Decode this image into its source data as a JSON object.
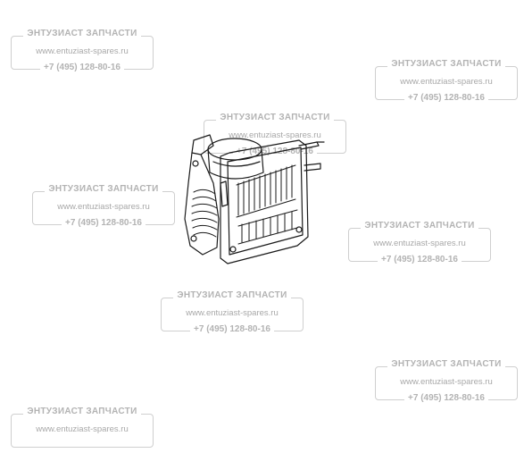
{
  "watermark": {
    "title": "ЭНТУЗИАСТ ЗАПЧАСТИ",
    "url": "www.entuziast-spares.ru",
    "phone": "+7 (495) 128-80-16",
    "color": "#b3b3b3"
  },
  "diagram": {
    "line_color": "#1a1a1a"
  }
}
